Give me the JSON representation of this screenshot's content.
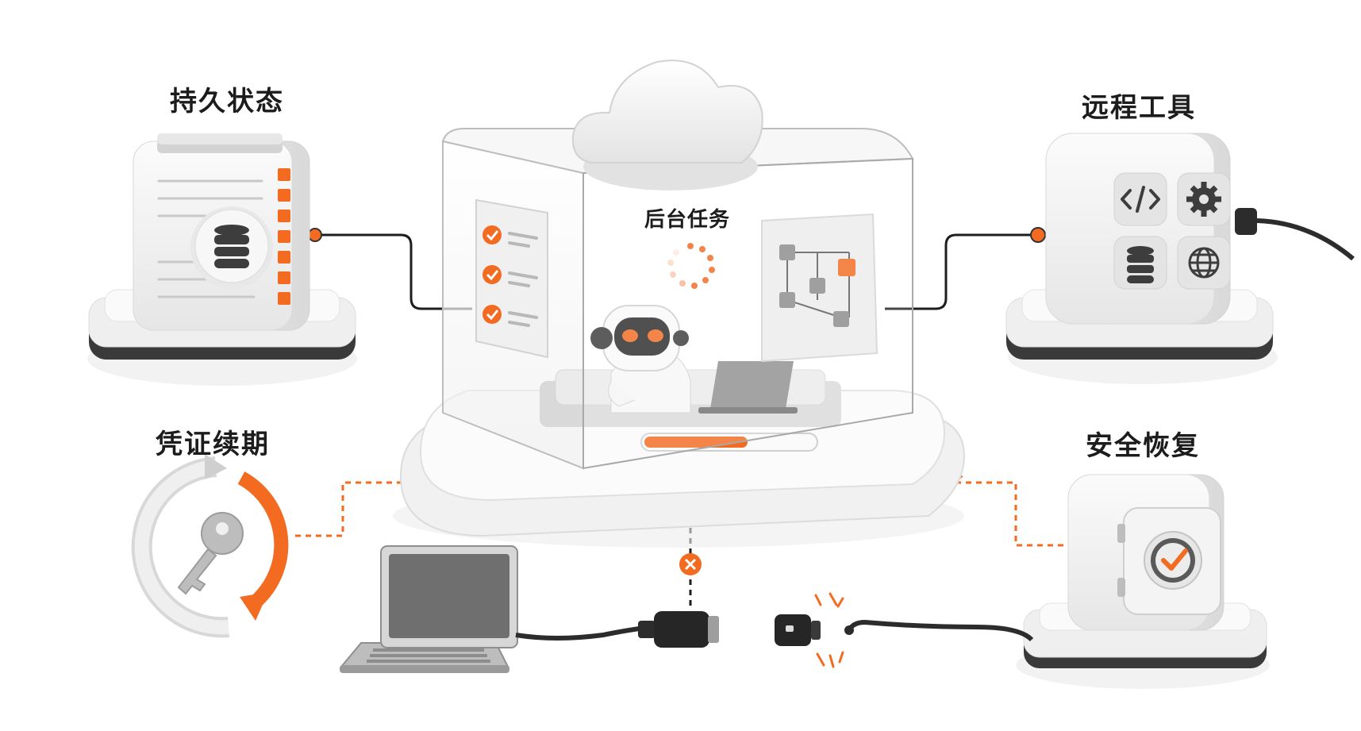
{
  "labels": {
    "persistent_state": "持久状态",
    "background_task": "后台任务",
    "remote_tools": "远程工具",
    "credential_renewal": "凭证续期",
    "secure_recovery": "安全恢复"
  },
  "icons": {
    "persistent_state": "server-database-icon",
    "background_task": "robot-agent-icon",
    "remote_tools": "tool-cube-icon",
    "credential_renewal": "key-refresh-icon",
    "secure_recovery": "safe-check-icon",
    "cloud": "cloud-icon",
    "laptop": "laptop-icon",
    "disconnected_plug": "unplugged-cable-icon",
    "disconnect_marker": "x-circle-icon"
  },
  "remote_tool_icons": [
    "code-icon",
    "gear-icon",
    "database-icon",
    "globe-icon"
  ],
  "task_checklist_items": 3,
  "colors": {
    "accent": "#f26b21",
    "dark": "#4a4a4a",
    "panel": "#f3f3f3"
  }
}
